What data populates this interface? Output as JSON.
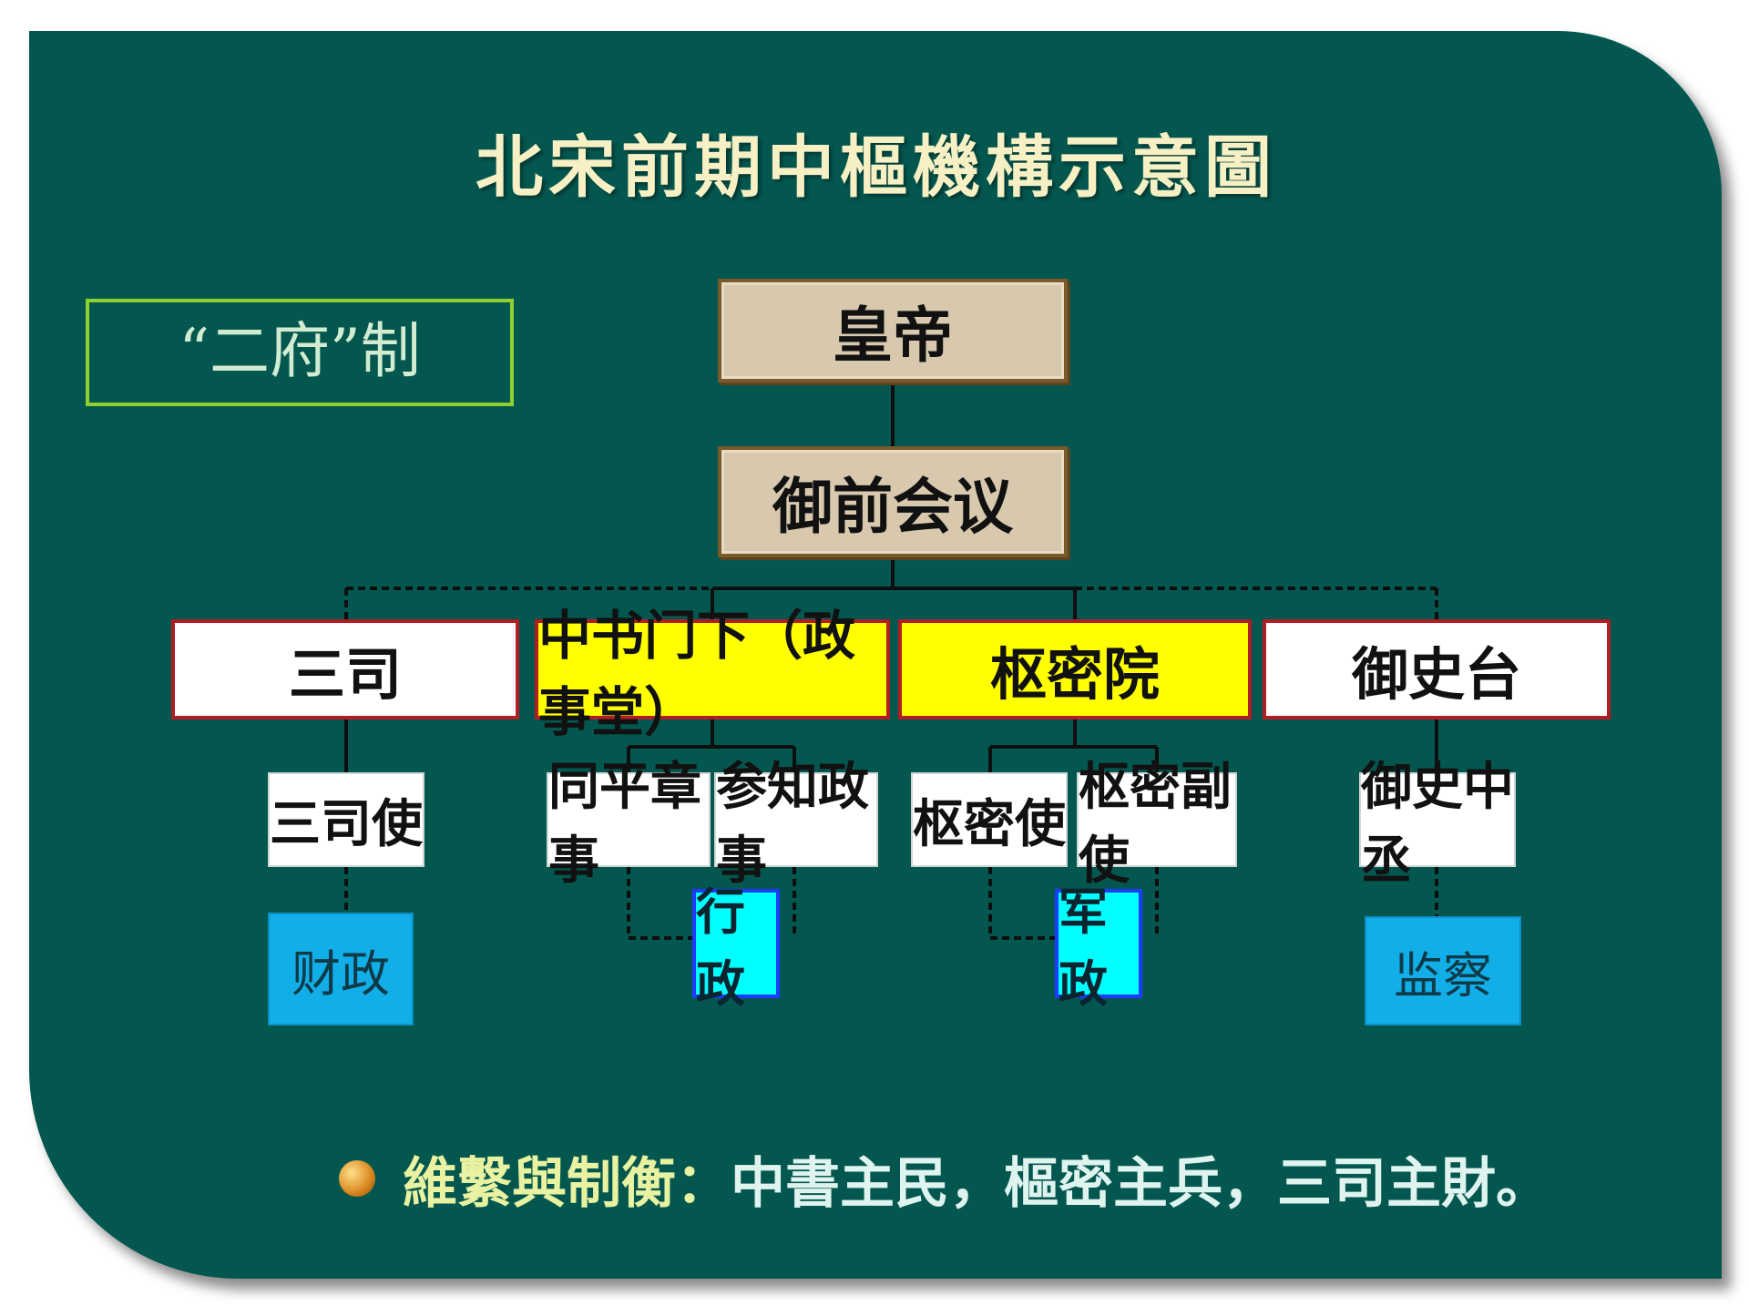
{
  "title": "北宋前期中樞機構示意圖",
  "system_label": "“二府”制",
  "nodes": {
    "emperor": "皇帝",
    "council": "御前会议",
    "departments": [
      {
        "label": "三司",
        "fill": "#ffffff"
      },
      {
        "label": "中书门下（政事堂）",
        "fill": "#ffff00"
      },
      {
        "label": "枢密院",
        "fill": "#ffff00"
      },
      {
        "label": "御史台",
        "fill": "#ffffff"
      }
    ],
    "offices": [
      "三司使",
      "同平章事",
      "参知政事",
      "枢密使",
      "枢密副使",
      "御史中丞"
    ],
    "functions": [
      "财政",
      "行政",
      "军政",
      "监察"
    ]
  },
  "footer": {
    "label": "維繫與制衡：",
    "text": "中書主民，樞密主兵，三司主財。"
  },
  "colors": {
    "background": "#03574f",
    "title_text": "#f6f0c4",
    "top_box": "#d8c9ae",
    "dept_border": "#b01e23",
    "function_blue": "#12aee8",
    "function_cyan": "#00ffff",
    "label_border": "#8fd12f"
  }
}
